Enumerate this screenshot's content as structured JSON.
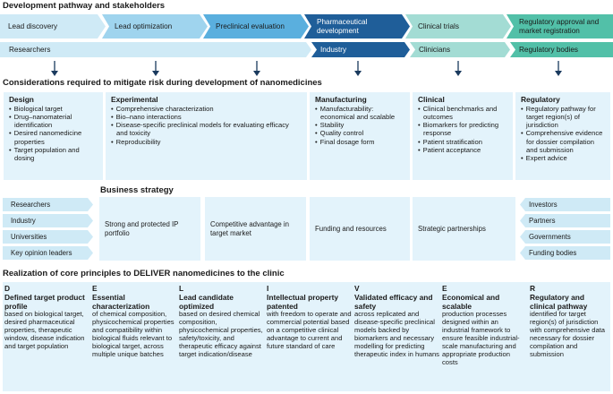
{
  "pathway": {
    "title": "Development pathway and stakeholders",
    "stages": [
      {
        "label": "Lead discovery",
        "color": "#cfeaf6"
      },
      {
        "label": "Lead optimization",
        "color": "#9fd4ee"
      },
      {
        "label": "Preclinical evaluation",
        "color": "#5aafde"
      },
      {
        "label": "Pharmaceutical development",
        "color": "#1f5e99"
      },
      {
        "label": "Clinical trials",
        "color": "#a3dcd4"
      },
      {
        "label": "Regulatory approval and market registration",
        "color": "#52c0a8"
      }
    ],
    "stakeholders": [
      {
        "label": "Researchers",
        "color": "#cfeaf6"
      },
      {
        "label": "Industry",
        "color": "#1f5e99"
      },
      {
        "label": "Clinicians",
        "color": "#a3dcd4"
      },
      {
        "label": "Regulatory bodies",
        "color": "#52c0a8"
      }
    ]
  },
  "considerations": {
    "title": "Considerations required to mitigate risk during development of nanomedicines",
    "boxes": [
      {
        "heading": "Design",
        "items": [
          "Biological target",
          "Drug–nanomaterial identification",
          "Desired nanomedicine properties",
          "Target population and dosing"
        ]
      },
      {
        "heading": "Experimental",
        "items": [
          "Comprehensive characterization",
          "Bio–nano interactions",
          "Disease-specific preclinical models for evaluating efficacy and toxicity",
          "Reproducibility"
        ]
      },
      {
        "heading": "Manufacturing",
        "items": [
          "Manufacturability: economical and scalable",
          "Stability",
          "Quality control",
          "Final dosage form"
        ]
      },
      {
        "heading": "Clinical",
        "items": [
          "Clinical benchmarks and outcomes",
          "Biomarkers for predicting response",
          "Patient stratification",
          "Patient acceptance"
        ]
      },
      {
        "heading": "Regulatory",
        "items": [
          "Regulatory pathway for target region(s) of jurisdiction",
          "Comprehensive evidence for dossier compilation and submission",
          "Expert advice"
        ]
      }
    ]
  },
  "business": {
    "title": "Business strategy",
    "left": [
      "Researchers",
      "Industry",
      "Universities",
      "Key opinion leaders"
    ],
    "right": [
      "Investors",
      "Partners",
      "Governments",
      "Funding bodies"
    ],
    "cells": [
      "Strong and protected IP portfolio",
      "Competitive advantage in target market",
      "Funding and resources",
      "Strategic partnerships"
    ]
  },
  "deliver": {
    "title": "Realization of core principles to DELIVER nanomedicines to the clinic",
    "columns": [
      {
        "letter": "D",
        "title": "Defined target product profile",
        "text": "based on biological target, desired pharmaceutical properties, therapeutic window, disease indication and target population"
      },
      {
        "letter": "E",
        "title": "Essential characterization",
        "text": "of chemical composition, physicochemical properties and compatibility within biological fluids relevant to biological target, across multiple unique batches"
      },
      {
        "letter": "L",
        "title": "Lead candidate optimized",
        "text": "based on desired chemical composition, physicochemical properties, safety/toxicity, and therapeutic efficacy against target indication/disease"
      },
      {
        "letter": "I",
        "title": "Intellectual property patented",
        "text": "with freedom to operate and commercial potential based on a competitive clinical advantage to current and future standard of care"
      },
      {
        "letter": "V",
        "title": "Validated efficacy and safety",
        "text": "across replicated and disease-specific preclinical models backed by biomarkers and necessary modelling for predicting therapeutic index in humans"
      },
      {
        "letter": "E",
        "title": "Economical and scalable",
        "text": "production processes designed within an industrial framework to ensure feasible industrial-scale manufacturing and appropriate production costs"
      },
      {
        "letter": "R",
        "title": "Regulatory and clinical pathway",
        "text": "identified for target region(s) of jurisdiction with comprehensive data necessary for dossier compilation and submission"
      }
    ]
  }
}
